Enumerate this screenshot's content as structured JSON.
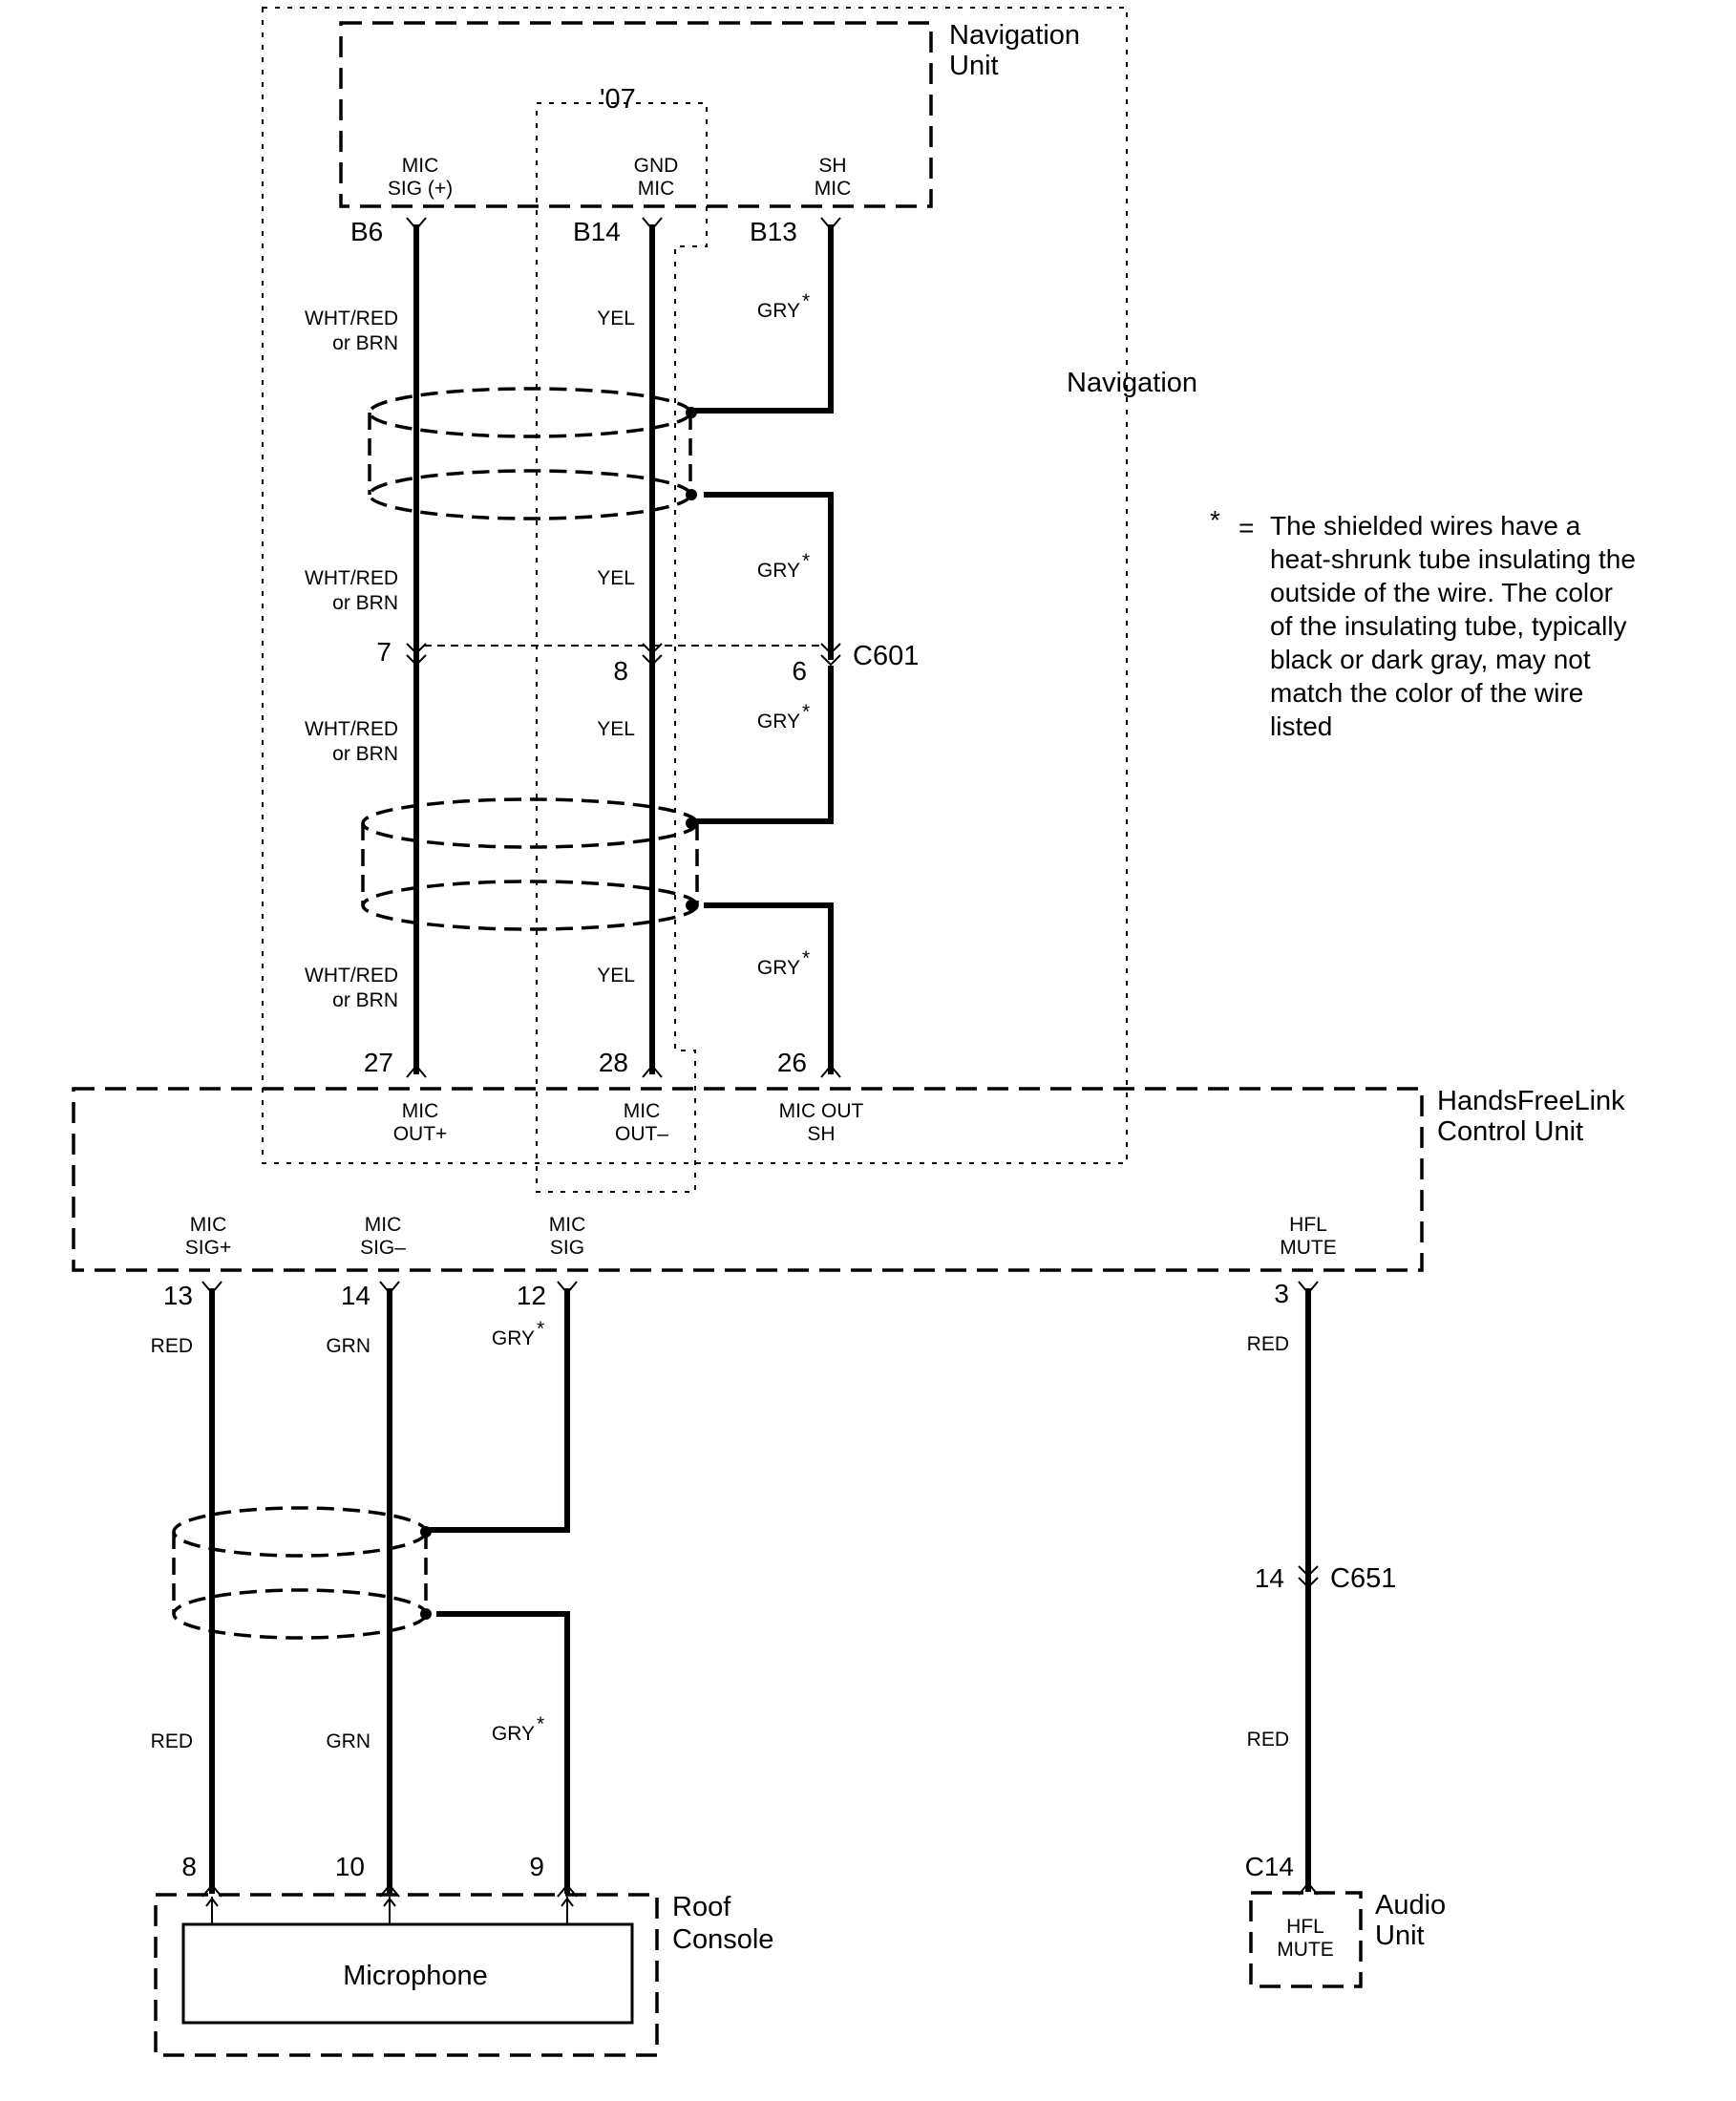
{
  "navigation_unit": {
    "title_line1": "Navigation",
    "title_line2": "Unit",
    "year_label": "'07",
    "terminals": [
      {
        "line1": "MIC",
        "line2": "SIG (+)",
        "pin": "B6"
      },
      {
        "line1": "GND",
        "line2": "MIC",
        "pin": "B14"
      },
      {
        "line1": "SH",
        "line2": "MIC",
        "pin": "B13"
      }
    ]
  },
  "navigation_region_label": "Navigation",
  "wire_labels": {
    "whtred_line1": "WHT/RED",
    "whtred_line2": "or BRN",
    "yel": "YEL",
    "gry": "GRY",
    "star": "*",
    "red": "RED",
    "grn": "GRN"
  },
  "connector_c601": {
    "name": "C601",
    "pins": [
      "7",
      "8",
      "6"
    ]
  },
  "handsfree_unit": {
    "title_line1": "HandsFreeLink",
    "title_line2": "Control Unit",
    "top_terminals": [
      {
        "line1": "MIC",
        "line2": "OUT+",
        "pin": "27"
      },
      {
        "line1": "MIC",
        "line2": "OUT–",
        "pin": "28"
      },
      {
        "line1": "MIC OUT",
        "line2": "SH",
        "pin": "26"
      }
    ],
    "bottom_terminals": [
      {
        "line1": "MIC",
        "line2": "SIG+",
        "pin": "13"
      },
      {
        "line1": "MIC",
        "line2": "SIG–",
        "pin": "14"
      },
      {
        "line1": "MIC",
        "line2": "SIG",
        "pin": "12"
      },
      {
        "line1": "HFL",
        "line2": "MUTE",
        "pin": "3"
      }
    ]
  },
  "connector_c651": {
    "name": "C651",
    "pin": "14"
  },
  "roof_console": {
    "title_line1": "Roof",
    "title_line2": "Console",
    "component": "Microphone",
    "pins": [
      "8",
      "10",
      "9"
    ]
  },
  "audio_unit": {
    "title_line1": "Audio",
    "title_line2": "Unit",
    "pin": "C14",
    "terminal_line1": "HFL",
    "terminal_line2": "MUTE"
  },
  "footnote": {
    "symbol": "*",
    "equals": "=",
    "lines": [
      "The shielded wires have a",
      "heat-shrunk tube insulating the",
      "outside of the wire.  The color",
      "of the insulating tube, typically",
      "black or dark gray, may not",
      "match the color of the wire",
      "listed"
    ]
  }
}
